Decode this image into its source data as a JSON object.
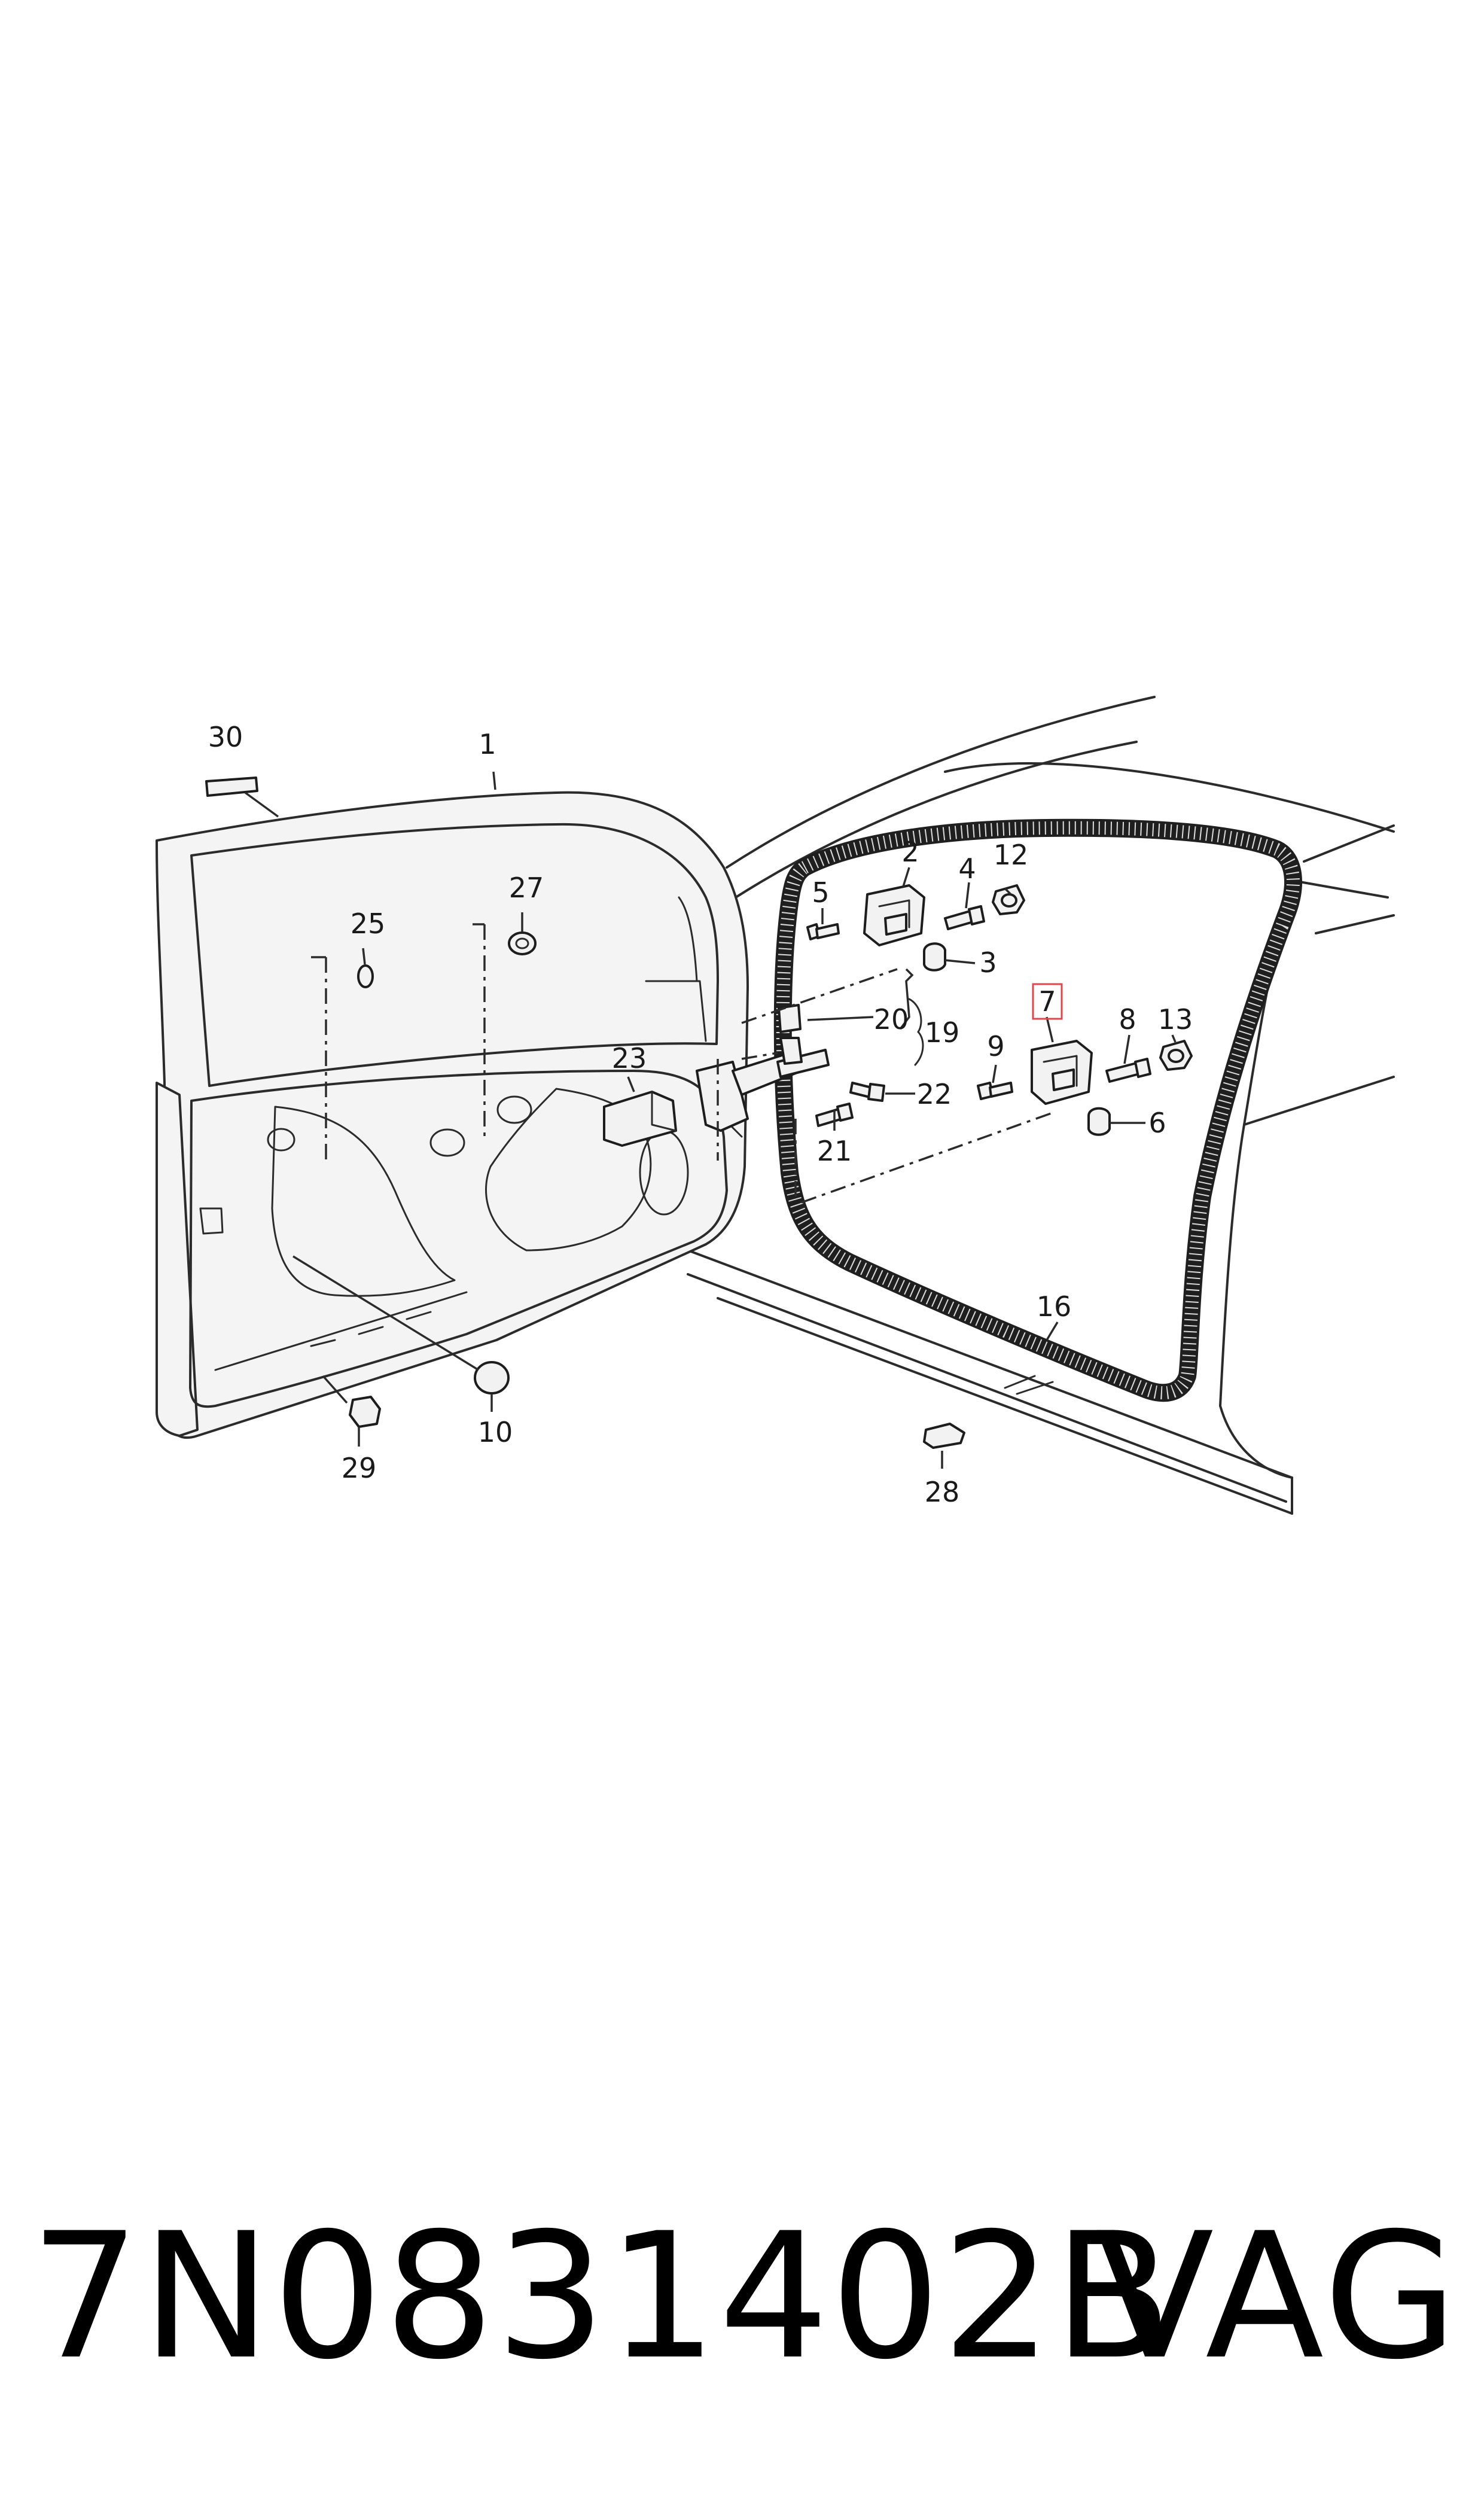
{
  "diagram": {
    "callouts": {
      "c1": "1",
      "c2": "2",
      "c3": "3",
      "c4": "4",
      "c5": "5",
      "c6": "6",
      "c7": "7",
      "c8": "8",
      "c9": "9",
      "c10": "10",
      "c12": "12",
      "c13": "13",
      "c16": "16",
      "c19": "19",
      "c20": "20",
      "c21": "21",
      "c22": "22",
      "c23": "23",
      "c25": "25",
      "c27": "27",
      "c28": "28",
      "c29": "29",
      "c30": "30"
    },
    "highlighted_callout": "7",
    "highlight_color": "#e0474c"
  },
  "footer": {
    "part_number": "7N0831402B",
    "brand": "VAG"
  }
}
